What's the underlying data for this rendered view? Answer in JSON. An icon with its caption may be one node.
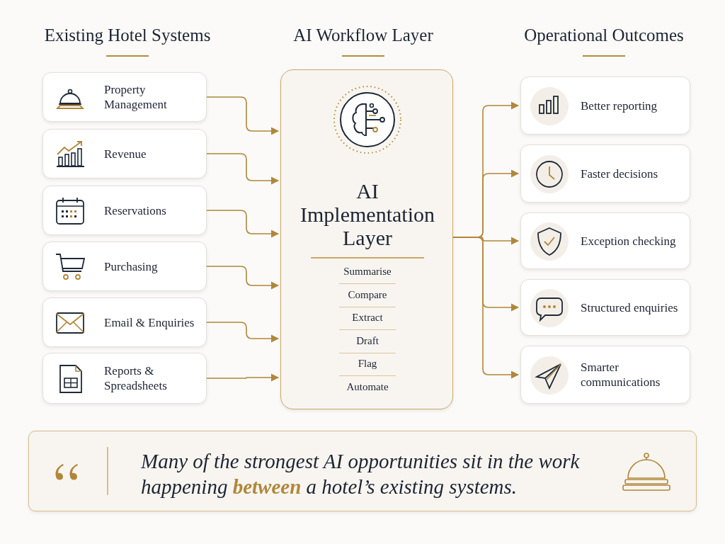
{
  "diagram": {
    "nodes": [
      {
        "text": [
          "Property Management"
        ]
      },
      {
        "text": [
          "Revenue"
        ]
      },
      {
        "text": [
          "Reservations"
        ]
      },
      {
        "text": [
          "Purchasing"
        ]
      },
      {
        "text": [
          "Email & Enquiries"
        ]
      },
      {
        "text": [
          "Reports & Spreadsheets"
        ]
      },
      {
        "text": [
          "AI Implementation Layer",
          "Summarise",
          "Compare",
          "Extract",
          "Draft",
          "Flag",
          "Automate"
        ]
      },
      {
        "text": [
          "Better reporting"
        ]
      },
      {
        "text": [
          "Faster decisions"
        ]
      },
      {
        "text": [
          "Exception checking"
        ]
      },
      {
        "text": [
          "Structured enquiries"
        ]
      },
      {
        "text": [
          "Smarter communications"
        ]
      },
      {
        "text": [
          "Many of the strongest AI opportunities sit in the work happening **between** a hotel’s existing systems."
        ]
      }
    ],
    "edges": [
      {
        "from": 0,
        "to": 6,
        "arrow": "to"
      },
      {
        "from": 1,
        "to": 6,
        "arrow": "to"
      },
      {
        "from": 2,
        "to": 6,
        "arrow": "to"
      },
      {
        "from": 3,
        "to": 6,
        "arrow": "to"
      },
      {
        "from": 4,
        "to": 6,
        "arrow": "to"
      },
      {
        "from": 5,
        "to": 6,
        "arrow": "to"
      },
      {
        "from": 6,
        "to": 7,
        "arrow": "to"
      },
      {
        "from": 6,
        "to": 8,
        "arrow": "to"
      },
      {
        "from": 6,
        "to": 9,
        "arrow": "to"
      },
      {
        "from": 6,
        "to": 10,
        "arrow": "to"
      },
      {
        "from": 6,
        "to": 11,
        "arrow": "to"
      }
    ],
    "labels": [
      "Existing Hotel Systems",
      "AI Workflow Layer",
      "Operational Outcomes"
    ]
  }
}
